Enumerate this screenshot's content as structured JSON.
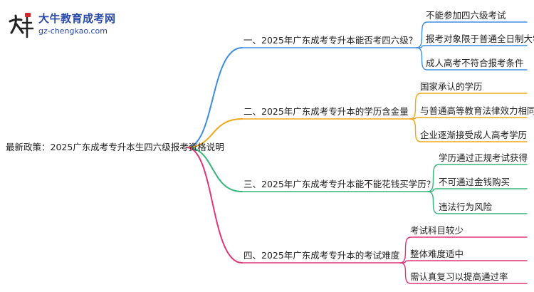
{
  "logo": {
    "name": "大牛教育成考网",
    "url": "gz-chengkao.com"
  },
  "mindmap": {
    "root": "最新政策：2025广东成考专升本生四六级报考资格说明",
    "branches": [
      {
        "label": "一、2025年广东成考专升本能否考四六级？",
        "color": "#3c8de0",
        "leaves": [
          "不能参加四六级考试",
          "报考对象限于普通全日制大学生",
          "成人高考不符合报考条件"
        ]
      },
      {
        "label": "二、2025年广东成考专升本的学历含金量",
        "color": "#f0a81a",
        "leaves": [
          "国家承认的学历",
          "与普通高等教育法律效力相同",
          "企业逐渐接受成人高考学历"
        ]
      },
      {
        "label": "三、2025年广东成考专升本能不能花钱买学历？",
        "color": "#35b57a",
        "leaves": [
          "学历通过正规考试获得",
          "不可通过金钱购买",
          "违法行为风险"
        ]
      },
      {
        "label": "四、2025年广东成考专升本的考试难度",
        "color": "#e0357a",
        "leaves": [
          "考试科目较少",
          "整体难度适中",
          "需认真复习以提高通过率"
        ]
      }
    ]
  }
}
